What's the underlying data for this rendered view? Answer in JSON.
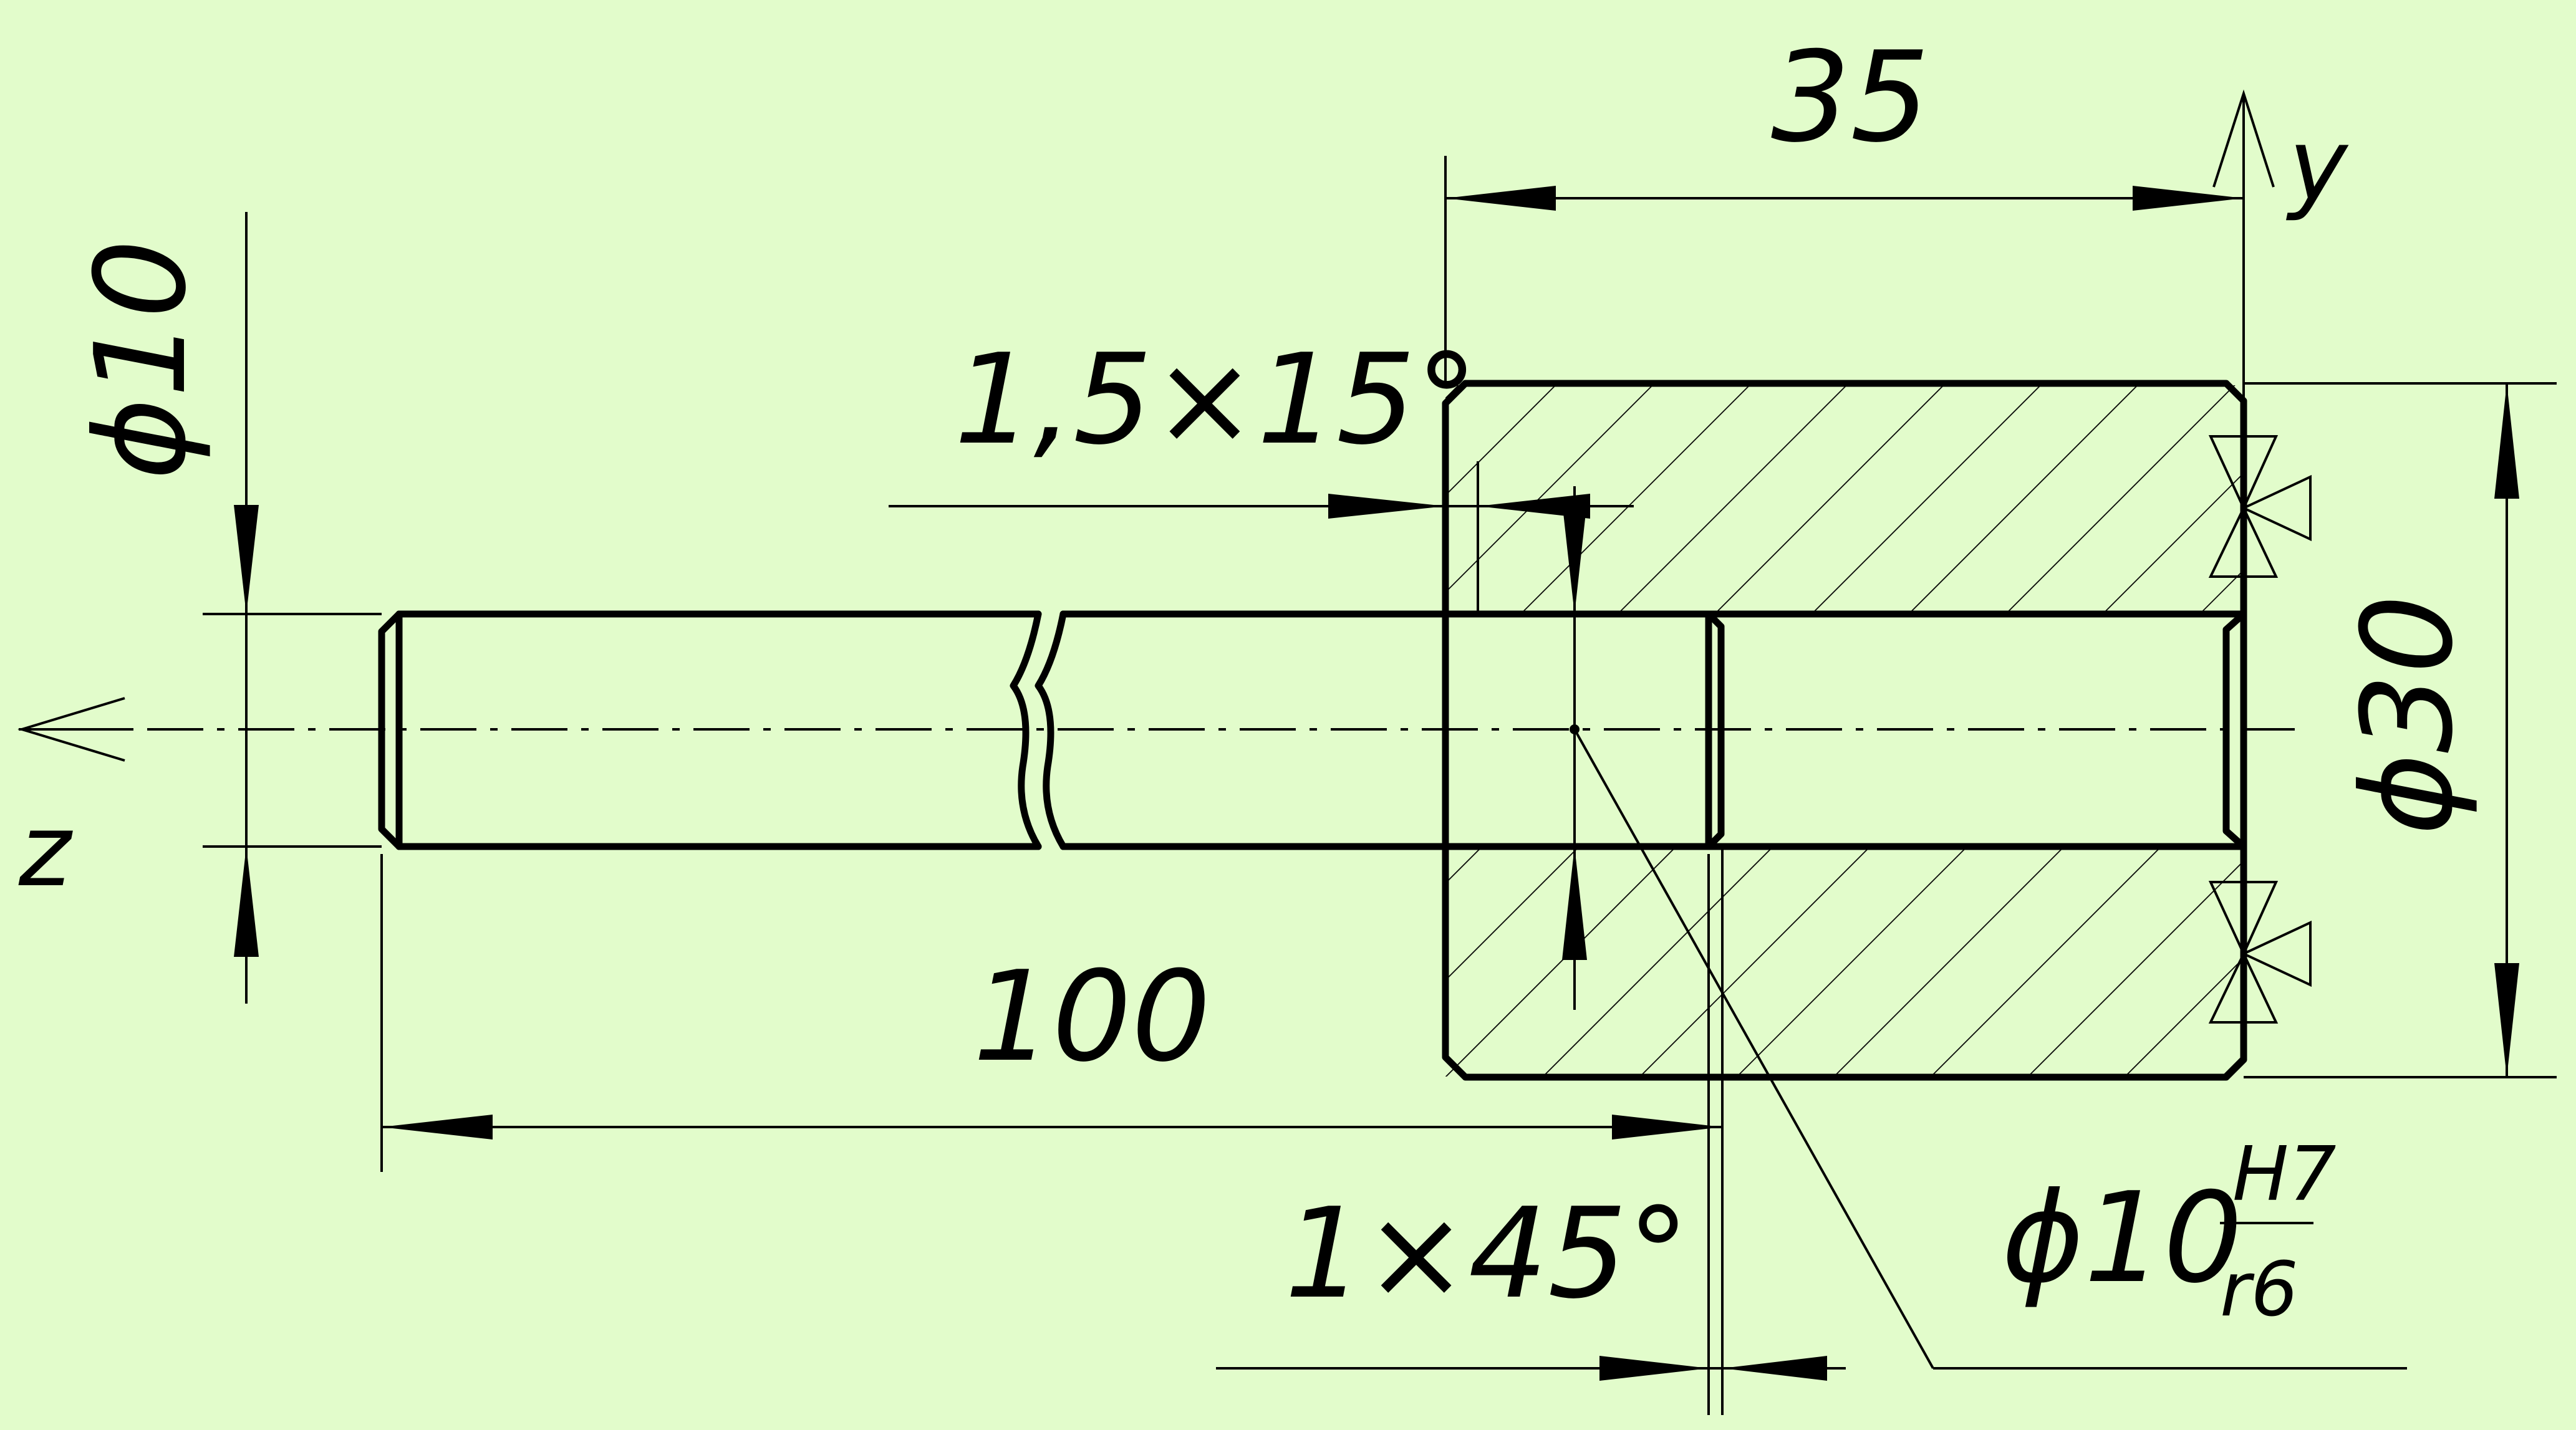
{
  "dimensions": {
    "length_35": "35",
    "dia_10": "ϕ10",
    "chamfer_15": "1,5×15°",
    "dia_30": "ϕ30",
    "length_100": "100",
    "chamfer_45": "1×45°",
    "fit_base": "ϕ10",
    "fit_upper": "H7",
    "fit_lower": "r6"
  },
  "axes": {
    "y": "y",
    "z": "z"
  },
  "colors": {
    "background": "#e2fccb",
    "line": "#000000"
  }
}
